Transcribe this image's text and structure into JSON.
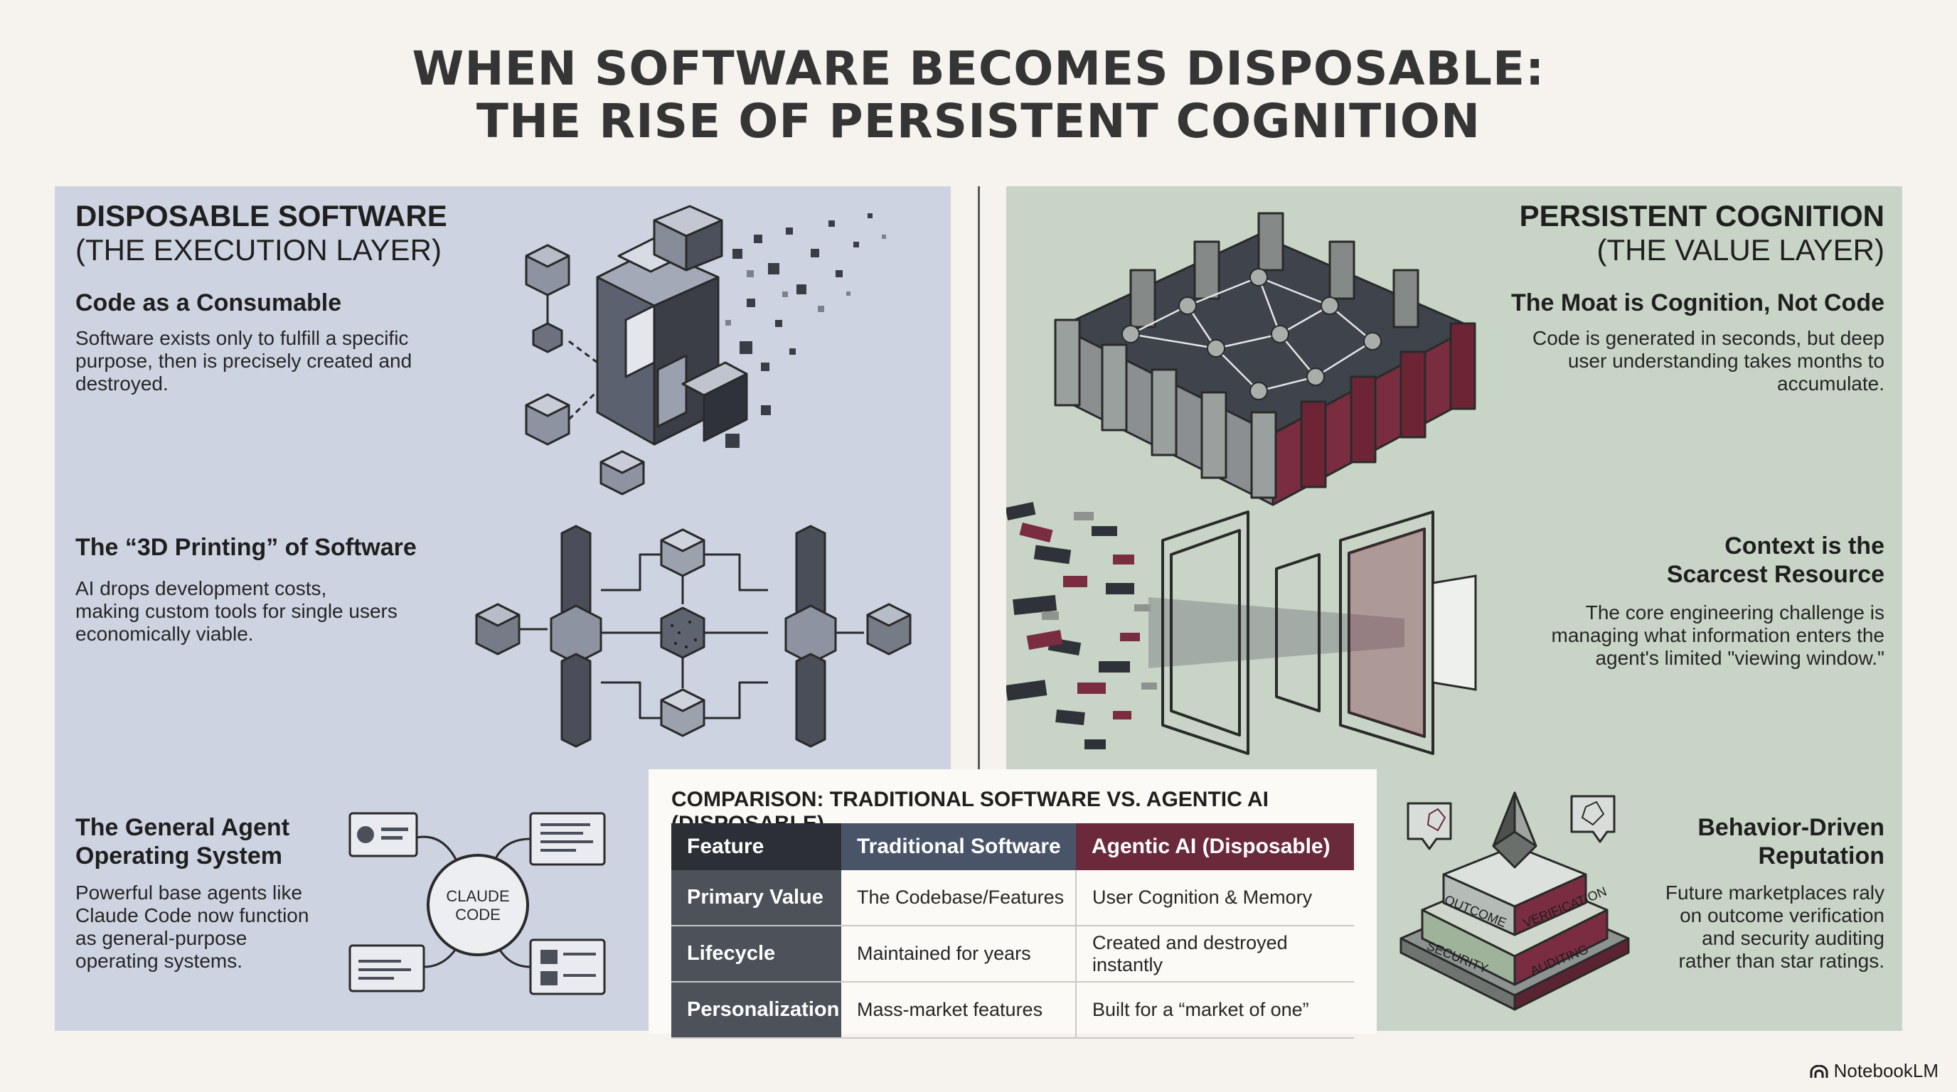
{
  "title": {
    "line1": "WHEN SOFTWARE BECOMES DISPOSABLE:",
    "line2": "THE RISE OF PERSISTENT COGNITION"
  },
  "left": {
    "heading1": "DISPOSABLE SOFTWARE",
    "heading2": "(THE EXECUTION LAYER)",
    "sections": [
      {
        "title": "Code as a Consumable",
        "body": [
          "Software exists only to fulfill a specific",
          "purpose, then is precisely created and",
          "destroyed."
        ]
      },
      {
        "title": "The “3D Printing” of Software",
        "body": [
          "AI drops development costs,",
          "making custom tools for single users",
          "economically viable."
        ]
      },
      {
        "title": [
          "The General Agent",
          "Operating System"
        ],
        "body": [
          "Powerful base agents like",
          "Claude Code now function",
          "as general-purpose",
          "operating systems."
        ]
      }
    ],
    "agent_label": [
      "CLAUDE",
      "CODE"
    ]
  },
  "right": {
    "heading1": "PERSISTENT COGNITION",
    "heading2": "(THE VALUE LAYER)",
    "sections": [
      {
        "title": "The Moat is Cognition, Not Code",
        "body": [
          "Code is generated in seconds, but deep",
          "user understanding takes months to",
          "accumulate."
        ]
      },
      {
        "title": [
          "Context is the",
          "Scarcest Resource"
        ],
        "body": [
          "The core engineering challenge is",
          "managing what information enters the",
          "agent's limited \"viewing window.\""
        ]
      },
      {
        "title": [
          "Behavior-Driven",
          "Reputation"
        ],
        "body": [
          "Future marketplaces raly",
          "on outcome verification",
          "and security auditing",
          "rather than star ratings."
        ]
      }
    ],
    "pedestal_labels": [
      "OUTCOME",
      "VERIFICATION",
      "SECURITY",
      "AUDITING"
    ]
  },
  "comparison": {
    "title": "COMPARISON: TRADITIONAL SOFTWARE VS. AGENTIC AI (DISPOSABLE)",
    "headers": [
      "Feature",
      "Traditional Software",
      "Agentic AI (Disposable)"
    ],
    "header_colors": [
      "#2c2f36",
      "#4a5469",
      "#6b2a3c"
    ],
    "rows": [
      [
        "Primary Value",
        "The Codebase/Features",
        "User Cognition & Memory"
      ],
      [
        "Lifecycle",
        "Maintained for years",
        "Created and destroyed instantly"
      ],
      [
        "Personalization",
        "Mass-market features",
        "Built for a “market of one”"
      ]
    ]
  },
  "brand": "NotebookLM",
  "colors": {
    "background": "#f6f3ee",
    "left_panel": "#cdd3e1",
    "right_panel": "#c8d4c6",
    "accent_maroon": "#7a2d40"
  }
}
